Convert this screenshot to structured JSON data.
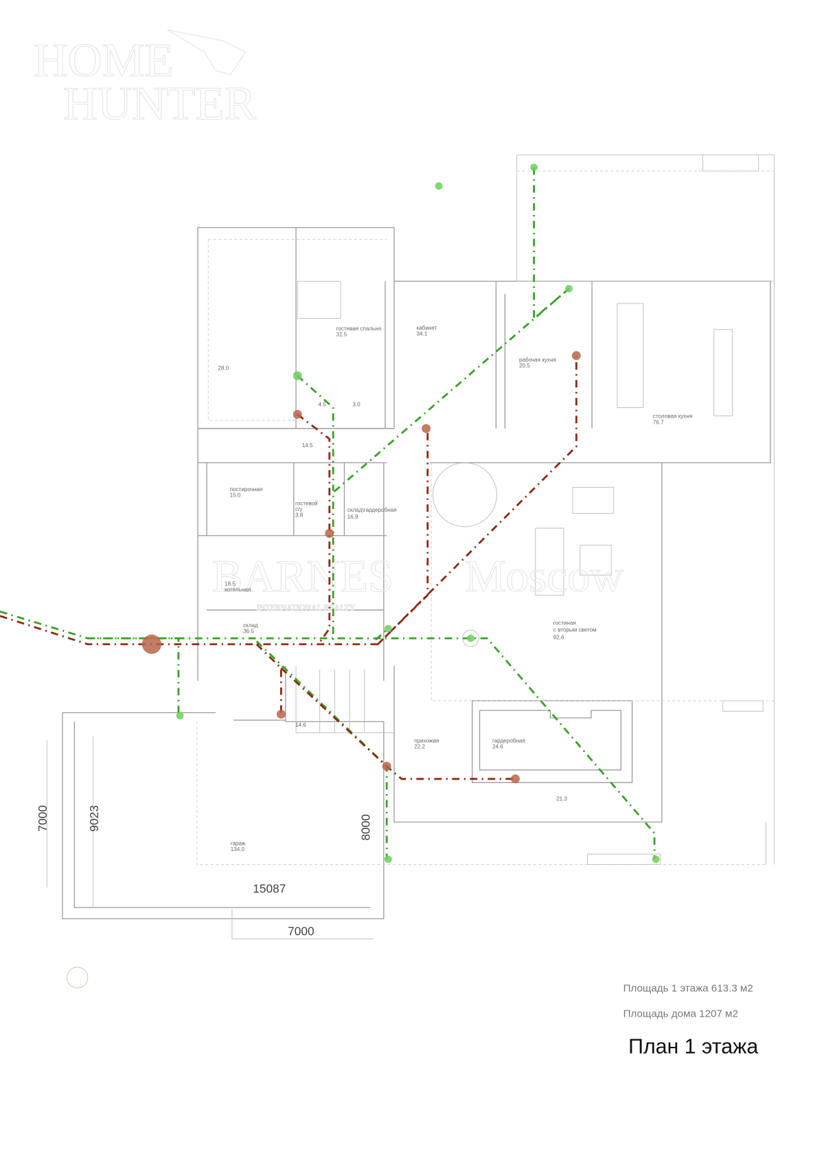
{
  "watermarks": {
    "home_hunter_line1": "HOME",
    "home_hunter_line2": "HUNTER",
    "barnes": "BARNES",
    "moscow": "Moscow",
    "international": "INTERNATIONAL REALTY"
  },
  "rooms": [
    {
      "name": "",
      "area": "28.0"
    },
    {
      "name": "гостевая спальня",
      "area": "31.5"
    },
    {
      "name": "кабинет",
      "area": "34.1"
    },
    {
      "name": "рабочая кухня",
      "area": "20.5"
    },
    {
      "name": "столовая кухня",
      "area": "76.7"
    },
    {
      "name": "",
      "area": "4.5"
    },
    {
      "name": "",
      "area": "3.0"
    },
    {
      "name": "",
      "area": "14.5"
    },
    {
      "name": "постирочная",
      "area": "15.0"
    },
    {
      "name": "гостевой с/у",
      "area": "3.8"
    },
    {
      "name": "склад\\гардеробная",
      "area": "16.9"
    },
    {
      "name": "котельная",
      "area": "18.5"
    },
    {
      "name": "склад",
      "area": "36.5"
    },
    {
      "name": "гостиная с вторым светом",
      "area": "92.6"
    },
    {
      "name": "",
      "area": "14.6"
    },
    {
      "name": "прихожая",
      "area": "22.2"
    },
    {
      "name": "гардеробная",
      "area": "24.6"
    },
    {
      "name": "",
      "area": "21.3"
    },
    {
      "name": "гараж",
      "area": "134.0"
    }
  ],
  "dimensions": {
    "outer_vertical": "7000",
    "inner_vertical": "9023",
    "right_vertical": "8000",
    "horizontal": "15087",
    "bottom_horizontal": "7000"
  },
  "footer": {
    "floor_area": "Площадь 1 этажа  613.3 м2",
    "house_area": "Площадь дома 1207 м2",
    "title": "План 1 этажа"
  },
  "colors": {
    "pipe_green": "#3aa02a",
    "pipe_red": "#8b2a12"
  }
}
